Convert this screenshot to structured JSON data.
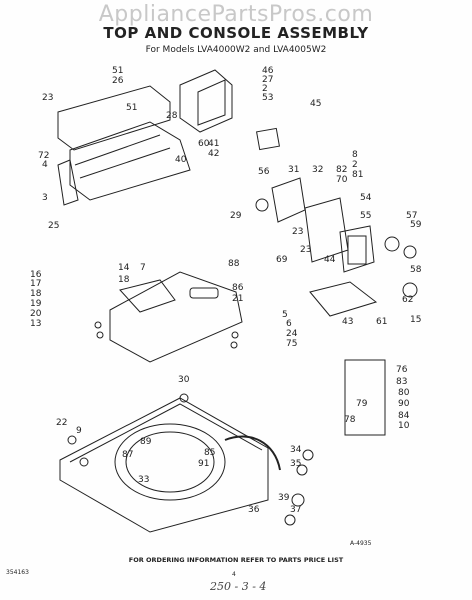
{
  "watermark": "AppliancePartsPros.com",
  "title": "TOP AND CONSOLE ASSEMBLY",
  "subtitle": "For Models LVA4000W2 and LVA4005W2",
  "ref_code": "A-4935",
  "order_note": "FOR ORDERING INFORMATION REFER TO PARTS PRICE LIST",
  "doc_number": "354163",
  "page_number": "4",
  "handwritten": "250 - 3 - 4",
  "callouts": [
    "51",
    "26",
    "51",
    "23",
    "28",
    "72",
    "4",
    "3",
    "25",
    "46",
    "27",
    "2",
    "53",
    "60",
    "45",
    "40",
    "41",
    "42",
    "56",
    "8",
    "2",
    "81",
    "31",
    "32",
    "82",
    "70",
    "54",
    "29",
    "23",
    "55",
    "57",
    "59",
    "69",
    "23",
    "44",
    "58",
    "62",
    "43",
    "61",
    "15",
    "16",
    "17",
    "18",
    "19",
    "20",
    "13",
    "14",
    "18",
    "7",
    "88",
    "86",
    "21",
    "5",
    "6",
    "24",
    "75",
    "76",
    "83",
    "80",
    "79",
    "90",
    "78",
    "84",
    "10",
    "30",
    "22",
    "9",
    "87",
    "89",
    "85",
    "91",
    "33",
    "34",
    "35",
    "36",
    "39",
    "37"
  ]
}
